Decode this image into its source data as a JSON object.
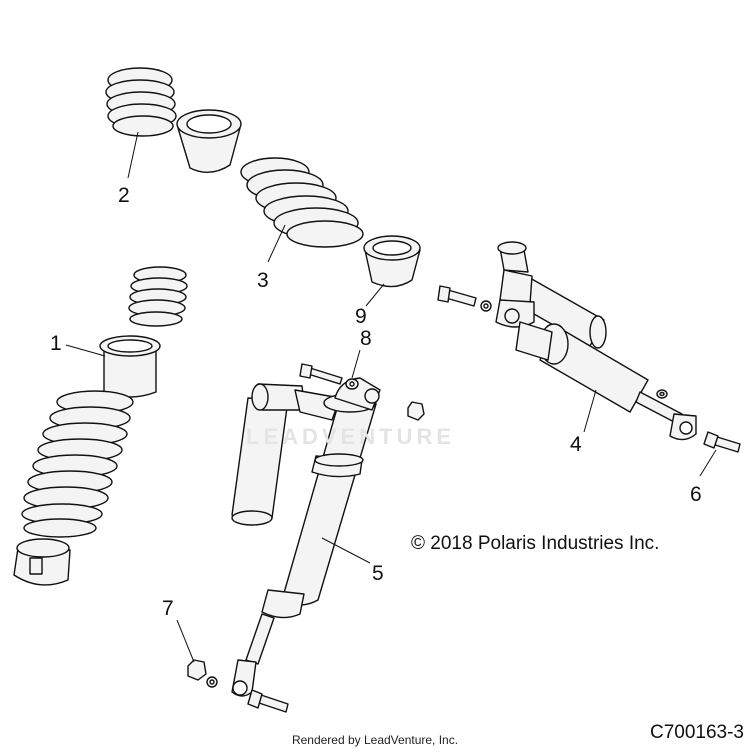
{
  "callouts": [
    "1",
    "2",
    "3",
    "4",
    "5",
    "6",
    "7",
    "8",
    "9"
  ],
  "copyright": "© 2018 Polaris Industries Inc.",
  "diagram_code": "C700163-3",
  "rendered_by": "Rendered by LeadVenture, Inc.",
  "watermark": "LEADVENTURE",
  "colors": {
    "line": "#111111",
    "part_fill": "#f2f2f2",
    "watermark": "#e4e4e4"
  }
}
